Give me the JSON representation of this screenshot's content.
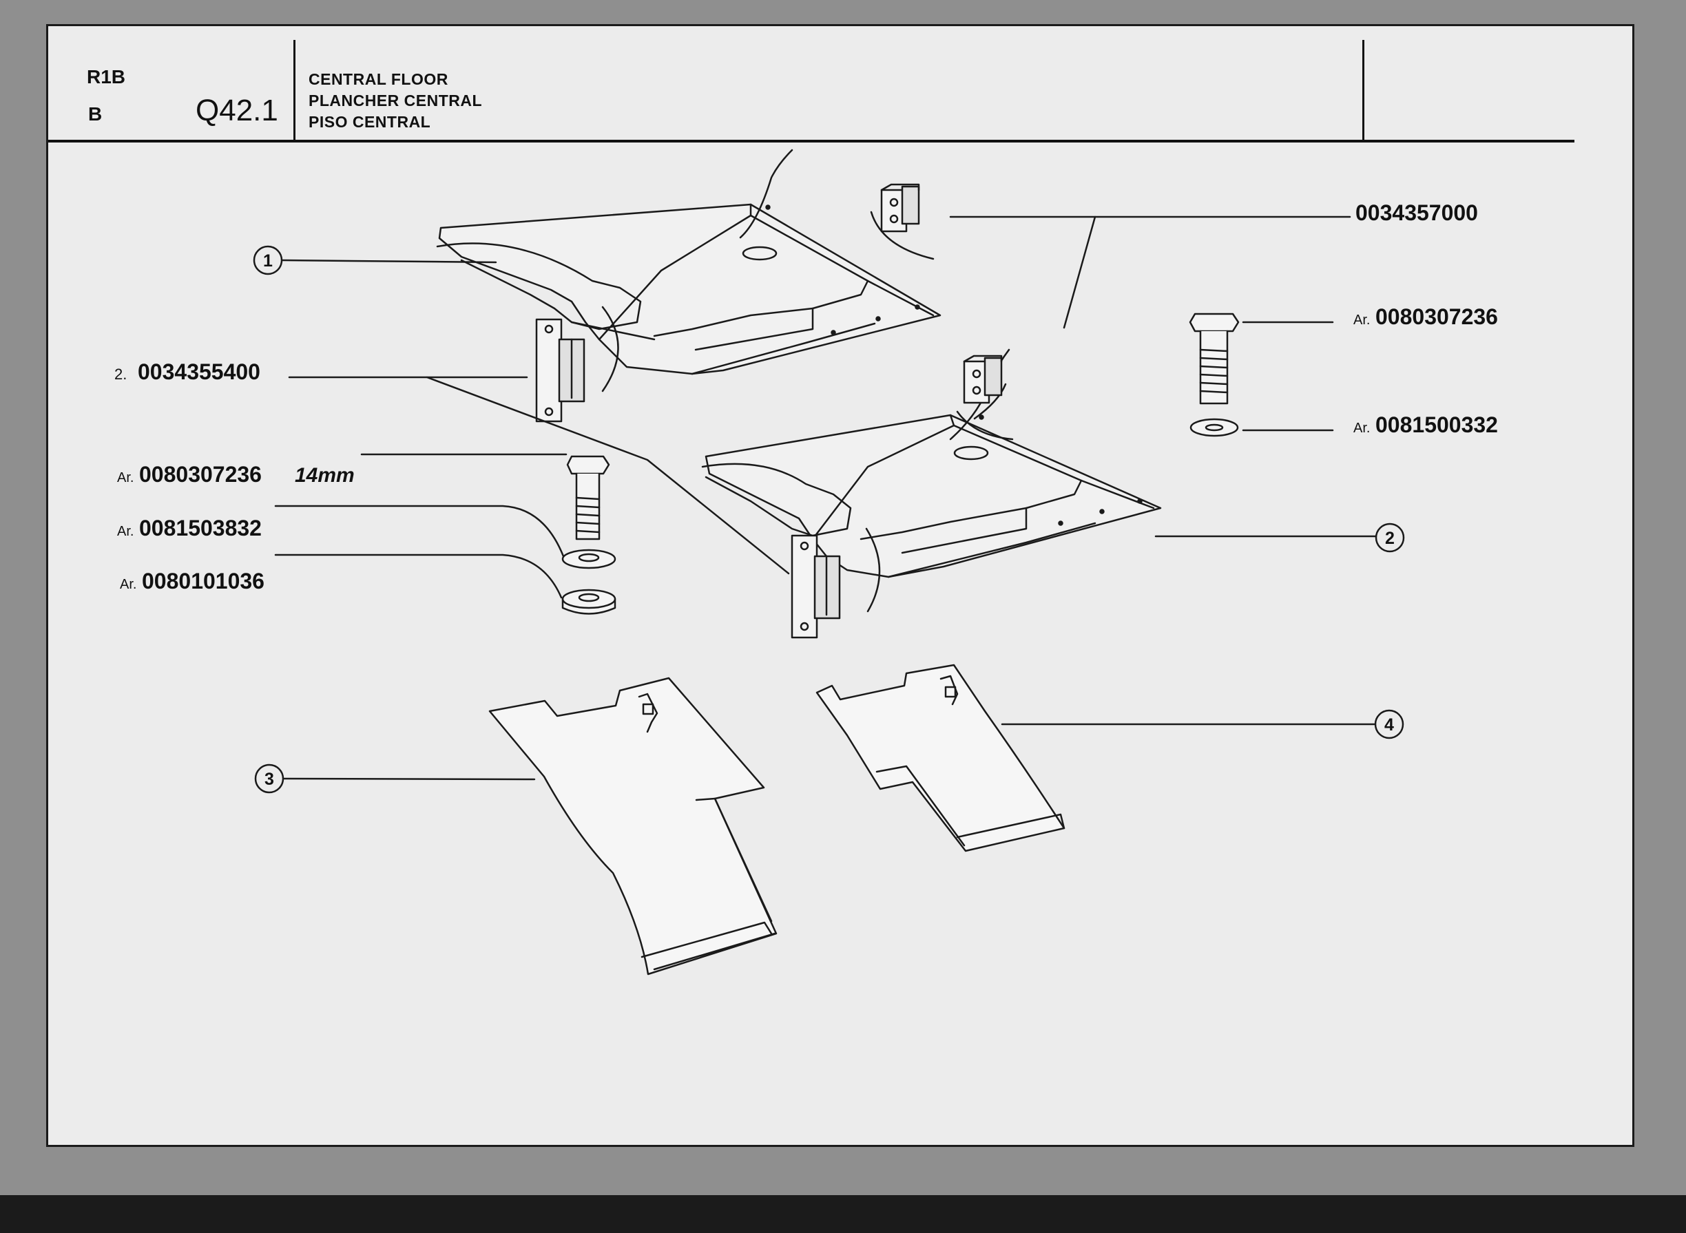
{
  "header": {
    "model": "R1B",
    "variant": "B",
    "page_code": "Q42.1",
    "title_en": "CENTRAL FLOOR",
    "title_fr": "PLANCHER CENTRAL",
    "title_es": "PISO CENTRAL"
  },
  "callouts": {
    "c1": "1",
    "c2": "2",
    "c3": "3",
    "c4": "4"
  },
  "part_numbers": {
    "bracket_top": "0034357000",
    "bracket_left_index": "2.",
    "bracket_left": "0034355400",
    "bolt_right_prefix": "Ar.",
    "bolt_right": "0080307236",
    "washer_right_prefix": "Ar.",
    "washer_right": "0081500332",
    "bolt_left_prefix": "Ar.",
    "bolt_left": "0080307236",
    "bolt_left_size": "14mm",
    "washer_left_prefix": "Ar.",
    "washer_left": "0081503832",
    "nut_left_prefix": "Ar.",
    "nut_left": "0080101036"
  }
}
